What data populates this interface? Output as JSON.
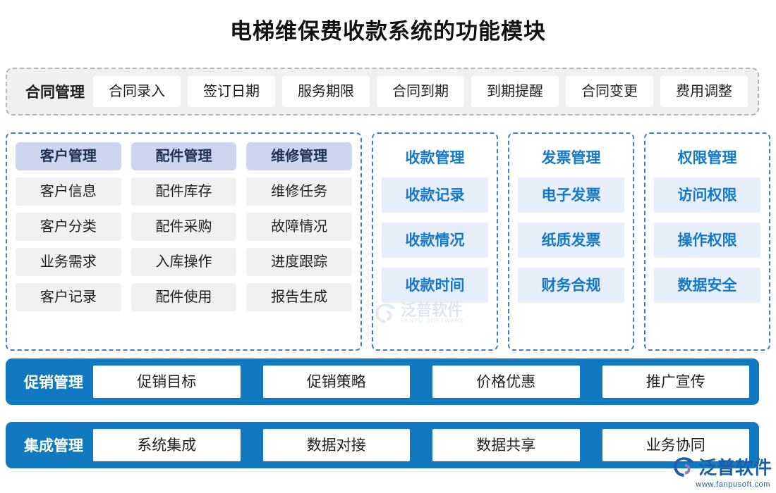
{
  "title": "电梯维保费收款系统的功能模块",
  "contract_row": {
    "label": "合同管理",
    "items": [
      "合同录入",
      "签订日期",
      "服务期限",
      "合同到期",
      "到期提醒",
      "合同变更",
      "费用调整"
    ]
  },
  "panels": {
    "wide": {
      "columns": [
        {
          "head": "客户管理",
          "items": [
            "客户信息",
            "客户分类",
            "业务需求",
            "客户记录"
          ]
        },
        {
          "head": "配件管理",
          "items": [
            "配件库存",
            "配件采购",
            "入库操作",
            "配件使用"
          ]
        },
        {
          "head": "维修管理",
          "items": [
            "维修任务",
            "故障情况",
            "进度跟踪",
            "报告生成"
          ]
        }
      ]
    },
    "narrow": [
      {
        "head": "收款管理",
        "items": [
          "收款记录",
          "收款情况",
          "收款时间"
        ]
      },
      {
        "head": "发票管理",
        "items": [
          "电子发票",
          "纸质发票",
          "财务合规"
        ]
      },
      {
        "head": "权限管理",
        "items": [
          "访问权限",
          "操作权限",
          "数据安全"
        ]
      }
    ]
  },
  "promo_row": {
    "label": "促销管理",
    "items": [
      "促销目标",
      "促销策略",
      "价格优惠",
      "推广宣传"
    ]
  },
  "integration_row": {
    "label": "集成管理",
    "items": [
      "系统集成",
      "数据对接",
      "数据共享",
      "业务协同"
    ]
  },
  "watermark": {
    "name": "泛普软件",
    "en": "FANPU SOFTWARE"
  },
  "logo": {
    "name": "泛普软件",
    "url": "www.fanpusoft.com"
  },
  "colors": {
    "brand_blue": "#1179c0",
    "panel_border_blue": "#3f7fc6",
    "head_cell_bg": "#ccd6ef",
    "sub_cell_bg": "#f1f1f1",
    "blue_item_bg": "#e6eff9",
    "blue_text": "#1678c8",
    "gray_row_bg": "#f0f0f0",
    "gray_row_border": "#b5b5b5"
  }
}
